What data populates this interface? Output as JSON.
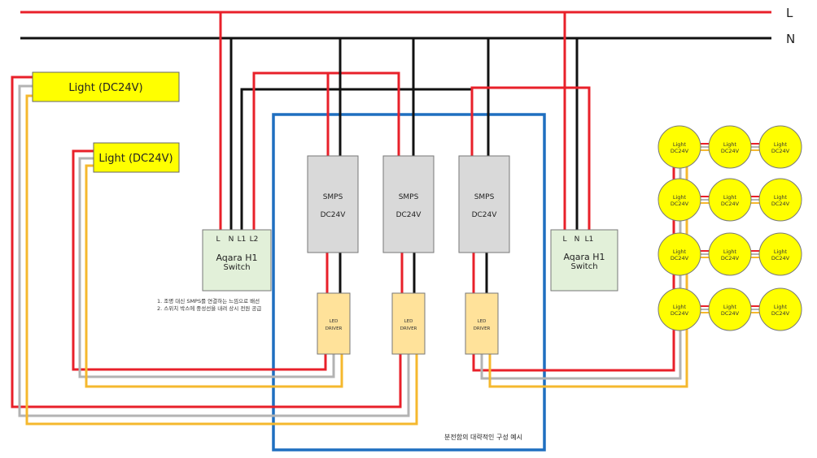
{
  "bus": {
    "live_label": "L",
    "neutral_label": "N"
  },
  "lights": {
    "top": "Light (DC24V)",
    "middle": "Light (DC24V)"
  },
  "switch_left": {
    "terminals": [
      "L",
      "N",
      "L1",
      "L2"
    ],
    "name": "Aqara H1",
    "type": "Switch"
  },
  "switch_right": {
    "terminals": [
      "L",
      "N",
      "L1"
    ],
    "name": "Aqara H1",
    "type": "Switch"
  },
  "smps": {
    "label": "SMPS",
    "voltage": "DC24V"
  },
  "driver": {
    "line1": "LED",
    "line2": "DRIVER"
  },
  "notes": [
    "1. 조명 대신 SMPS를 연결하는 느낌으로 배선",
    "2. 스위치 박스에 중성선을 내려 상시 전원 공급"
  ],
  "panel_caption": "분전함의 대략적인 구성 예시",
  "round_light": {
    "line1": "Light",
    "line2": "DC24V"
  },
  "colors": {
    "live": "#e8202a",
    "neutral": "#111111",
    "gray": "#b3b3b3",
    "yellow": "#f5b82e",
    "panel": "#1f6fc0",
    "smps_fill": "#d9d9d9",
    "driver_fill": "#ffe29a",
    "switch_fill": "#e2f0d9",
    "light_fill": "#ffff00"
  }
}
